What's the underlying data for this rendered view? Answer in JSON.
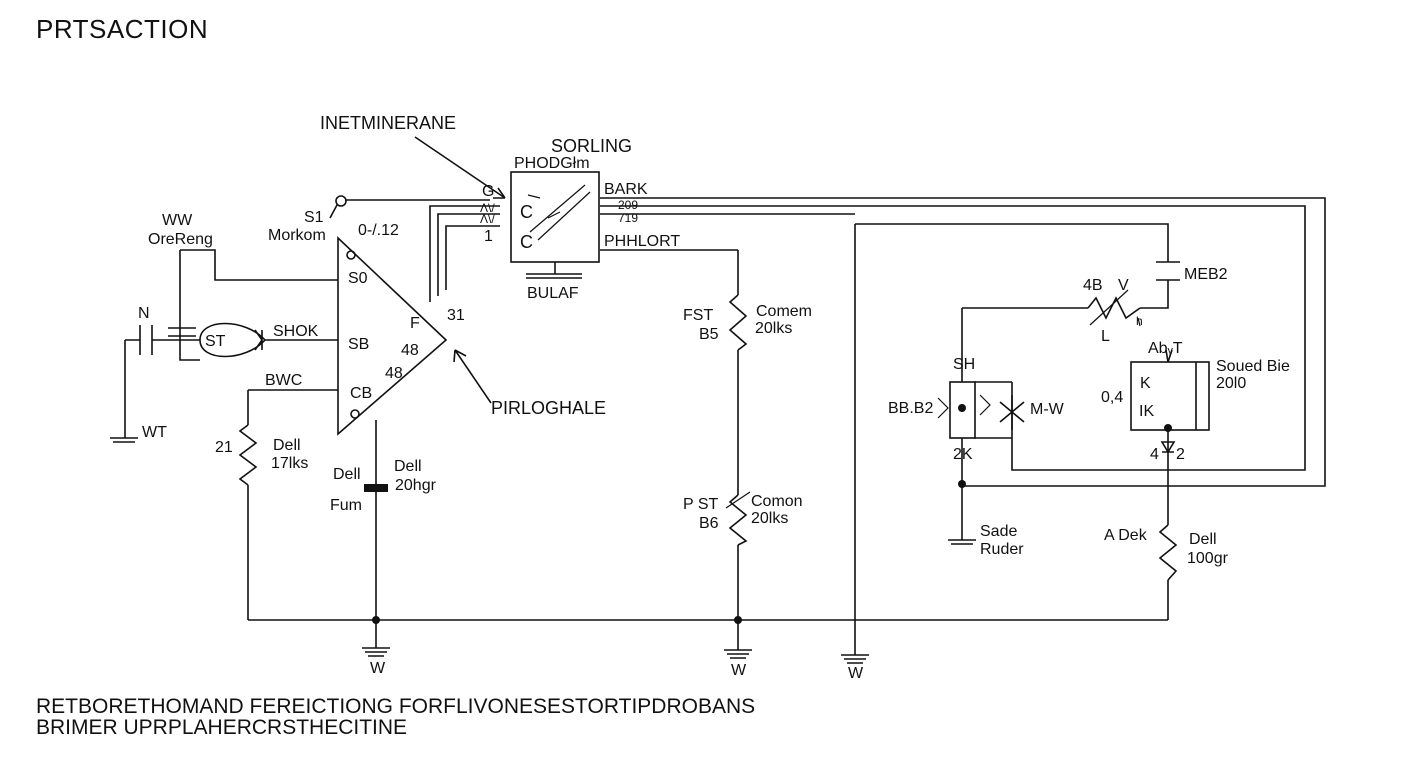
{
  "title": "PRTSACTION",
  "footer": {
    "line1": "RETBORETHOMAND FEREICTIONG FORFLIVONESESTORTIPDROBANS",
    "line2": "BRIMER UPRPLAHERCRSTHECITINE"
  },
  "labels": {
    "inetminerane": "INETMINERANE",
    "sorling": "SORLING",
    "phodg": "PHODGłm",
    "bark": "BARK",
    "pin_209": "209",
    "pin_719": "719",
    "phhlort": "PHHLORT",
    "bular": "BULAF",
    "pin_g": "G",
    "pin_av1": "Λ\\/",
    "pin_av2": "Λ\\/",
    "pin_1": "1",
    "c_top": "C",
    "c_bot": "C",
    "ww": "WW",
    "orereng": "OreReng",
    "s1": "S1",
    "morkom": "Morkom",
    "val_0_12": "0-/.12",
    "s0": "S0",
    "sb": "SB",
    "cb": "CB",
    "f": "F",
    "n31": "31",
    "n48a": "48",
    "n48b": "48",
    "n_label": "N",
    "st": "ST",
    "shok": "SHOK",
    "bwc": "BWC",
    "wt": "WT",
    "r21": "21",
    "dell_17": "Dell",
    "v17lks": "17lks",
    "dell_cap_l": "Dell",
    "fum": "Fum",
    "dell_cap_r": "Dell",
    "v20hgr": "20hgr",
    "pirloghale": "PIRLOGHALE",
    "fst": "FST",
    "b5": "B5",
    "comem": "Comem",
    "v20lks_a": "20lks",
    "pst": "P ST",
    "b6": "B6",
    "comon": "Comon",
    "v20lks_b": "20lks",
    "gnd_w1": "W",
    "gnd_w2": "W",
    "mb2": "MEB2",
    "n4b": "4B",
    "v_lbl": "V",
    "l_lbl": "L",
    "h_lbl": "h",
    "sh": "SH",
    "bbb2": "BB.B2",
    "mw": "M-W",
    "k2": "2K",
    "abt": "AbᵧT",
    "k_lbl": "K",
    "ik_lbl": "IK",
    "v04": "0,4",
    "soued": "Soued Bie",
    "v20l0": "20l0",
    "n4": "4",
    "n2": "2",
    "sade": "Sade",
    "ruder": "Ruder",
    "adek": "A Dek",
    "dell_100": "Dell",
    "v100gr": "100gr"
  }
}
